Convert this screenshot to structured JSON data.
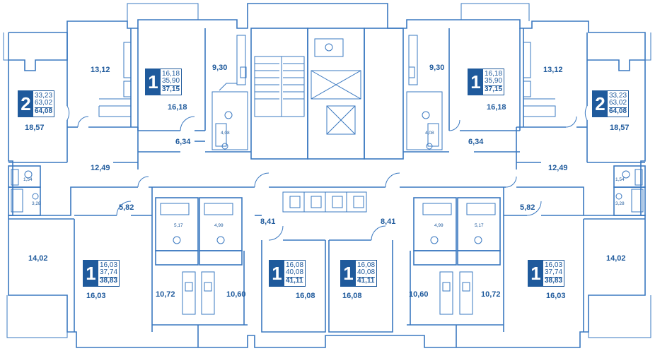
{
  "plan": {
    "accent_color": "#1f5a9c",
    "line_color": "#3a78c0",
    "apartments": [
      {
        "id": "apt-2-left",
        "rooms": "2",
        "living": "33,23",
        "total": "63,02",
        "with_balcony": "64,08"
      },
      {
        "id": "apt-1-top-left",
        "rooms": "1",
        "living": "16,18",
        "total": "35,90",
        "with_balcony": "37,15"
      },
      {
        "id": "apt-1-top-right",
        "rooms": "1",
        "living": "16,18",
        "total": "35,90",
        "with_balcony": "37,15"
      },
      {
        "id": "apt-2-right",
        "rooms": "2",
        "living": "33,23",
        "total": "63,02",
        "with_balcony": "64,08"
      },
      {
        "id": "apt-1-bottom-left",
        "rooms": "1",
        "living": "16,03",
        "total": "37,74",
        "with_balcony": "38,83"
      },
      {
        "id": "apt-1-bottom-center-left",
        "rooms": "1",
        "living": "16,08",
        "total": "40,08",
        "with_balcony": "41,11"
      },
      {
        "id": "apt-1-bottom-center-right",
        "rooms": "1",
        "living": "16,08",
        "total": "40,08",
        "with_balcony": "41,11"
      },
      {
        "id": "apt-1-bottom-right",
        "rooms": "1",
        "living": "16,03",
        "total": "37,74",
        "with_balcony": "38,83"
      }
    ],
    "room_areas": [
      "13,12",
      "18,57",
      "12,49",
      "1,54",
      "3,28",
      "9,30",
      "16,18",
      "6,34",
      "4,08",
      "9,30",
      "16,18",
      "6,34",
      "4,08",
      "13,12",
      "18,57",
      "12,49",
      "1,54",
      "3,28",
      "5,82",
      "14,02",
      "16,03",
      "10,72",
      "5,17",
      "4,99",
      "10,60",
      "8,41",
      "16,08",
      "8,41",
      "16,08",
      "4,99",
      "5,17",
      "10,60",
      "10,72",
      "5,82",
      "14,02",
      "16,03"
    ]
  }
}
